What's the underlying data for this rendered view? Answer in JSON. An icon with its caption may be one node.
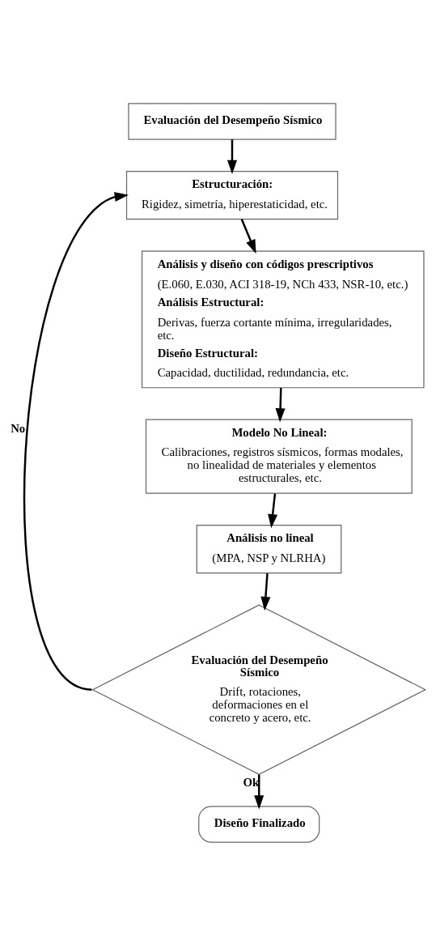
{
  "diagram": {
    "nodes": [
      {
        "text": [
          "Evaluación del Desempeño Sísmico"
        ]
      },
      {
        "text": [
          "Estructuración:",
          "Rigidez, simetría, hiperestaticidad, etc."
        ]
      },
      {
        "text": [
          "Análisis y diseño con códigos prescriptivos",
          "(E.060, E.030, ACI 318-19, NCh 433, NSR-10, etc.)",
          "Análisis Estructural:",
          "Derivas, fuerza cortante mínima, irregularidades, etc.",
          "Diseño Estructural:",
          "Capacidad, ductilidad, redundancia, etc."
        ]
      },
      {
        "text": [
          "Modelo No Lineal:",
          "Calibraciones, registros sísmicos, formas modales, no linealidad de materiales y elementos estructurales, etc."
        ]
      },
      {
        "text": [
          "Análisis no lineal",
          "(MPA, NSP y NLRHA)"
        ]
      },
      {
        "text": [
          "Evaluación del Desempeño Sísmico",
          "Drift, rotaciones, deformaciones en el concreto y acero, etc."
        ]
      },
      {
        "text": [
          "Diseño Finalizado"
        ]
      }
    ],
    "edges": [
      {
        "from": 0,
        "to": 1,
        "arrow": "to"
      },
      {
        "from": 1,
        "to": 2,
        "arrow": "to"
      },
      {
        "from": 2,
        "to": 3,
        "arrow": "to"
      },
      {
        "from": 3,
        "to": 4,
        "arrow": "to"
      },
      {
        "from": 4,
        "to": 5,
        "arrow": "to"
      },
      {
        "from": 5,
        "to": 1,
        "arrow": "to",
        "label": "No"
      },
      {
        "from": 5,
        "to": 6,
        "arrow": "to",
        "label": "Ok"
      }
    ]
  }
}
